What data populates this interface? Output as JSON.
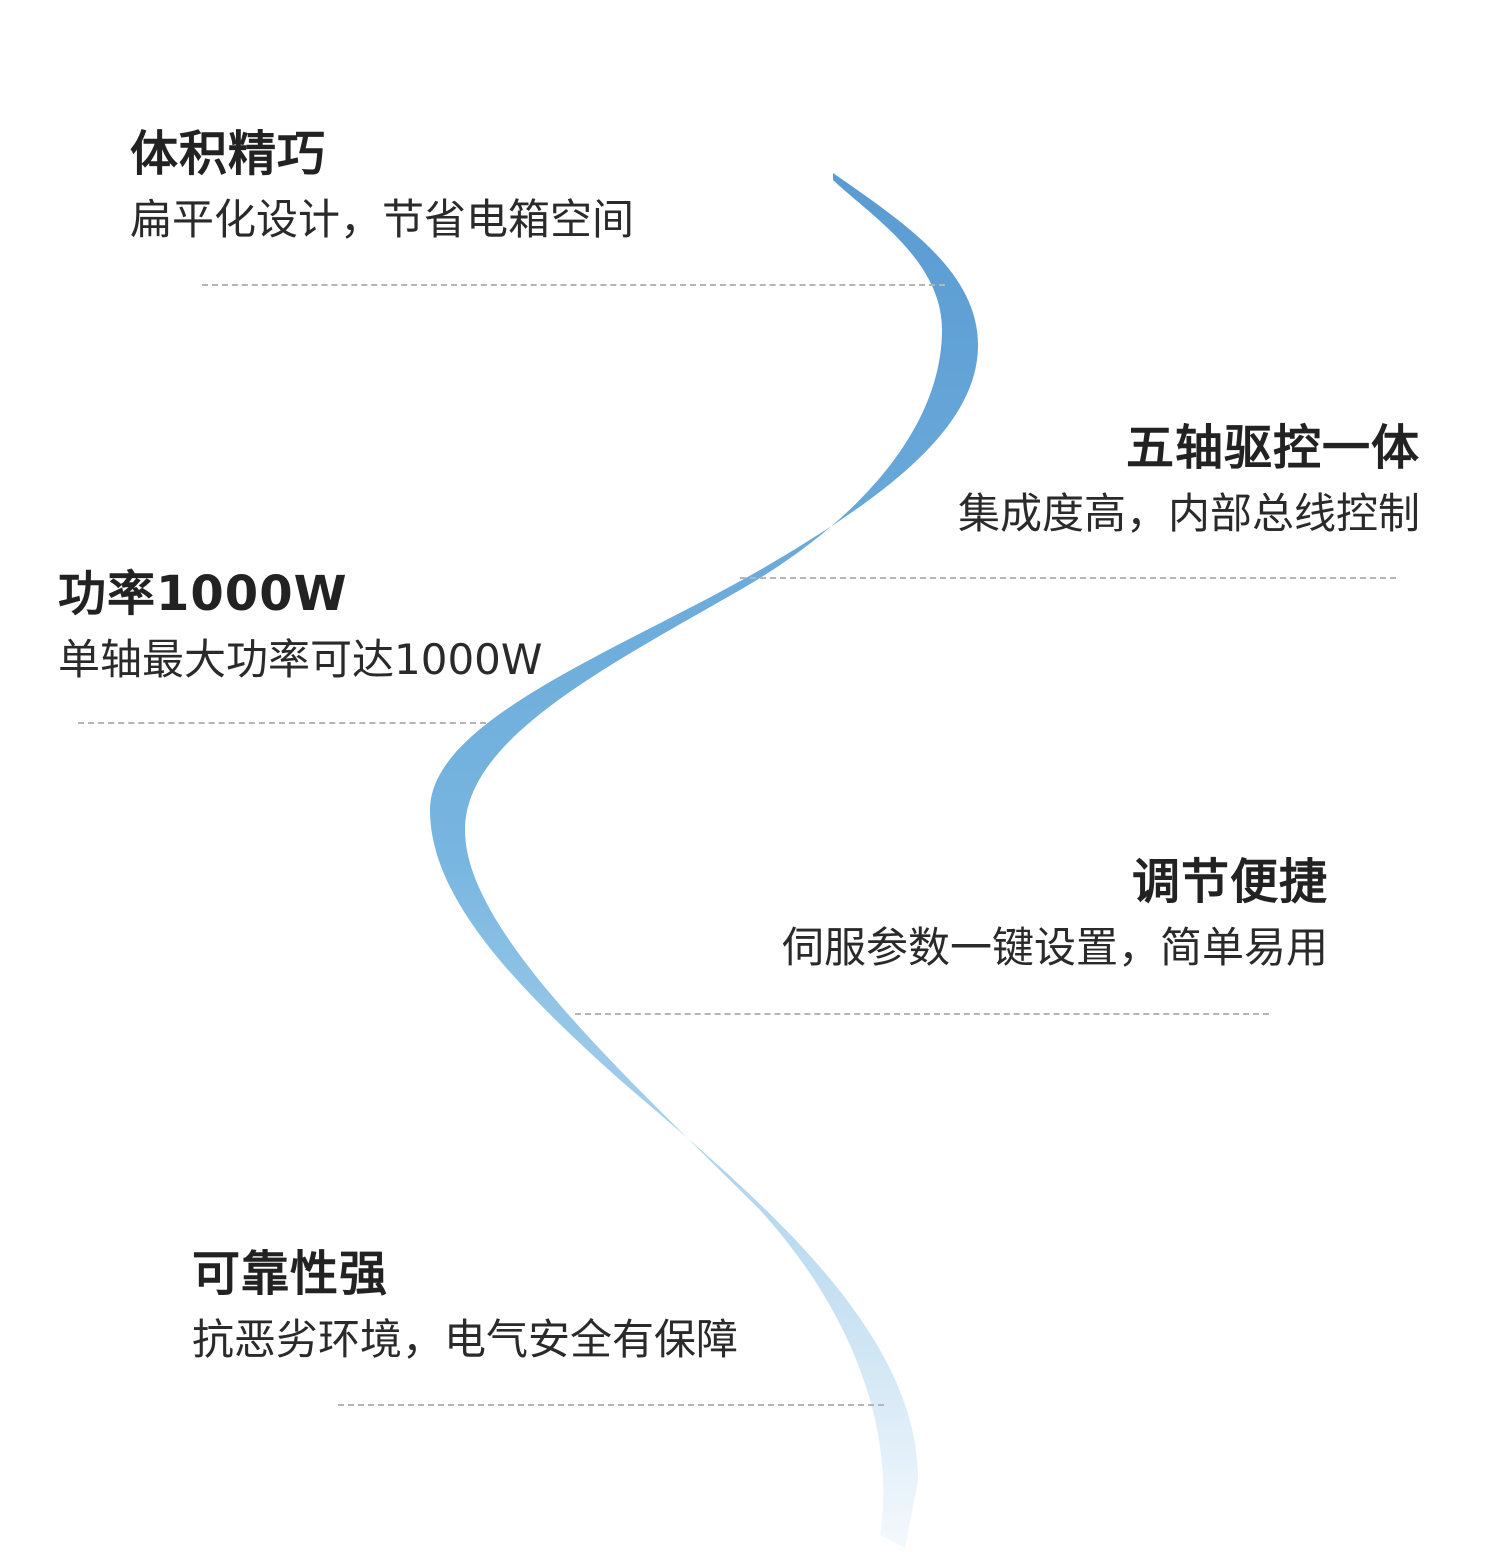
{
  "colors": {
    "ribbon_top": "#5a9bd2",
    "ribbon_mid": "#78b6e0",
    "ribbon_bottom": "#f4f9fd",
    "text": "#222222"
  },
  "features": [
    {
      "title": "体积精巧",
      "subtitle": "扁平化设计，节省电箱空间"
    },
    {
      "title": "五轴驱控一体",
      "subtitle": "集成度高，内部总线控制"
    },
    {
      "title": "功率1000W",
      "subtitle": "单轴最大功率可达1000W"
    },
    {
      "title": "调节便捷",
      "subtitle": "伺服参数一键设置，简单易用"
    },
    {
      "title": "可靠性强",
      "subtitle": "抗恶劣环境，电气安全有保障"
    }
  ]
}
